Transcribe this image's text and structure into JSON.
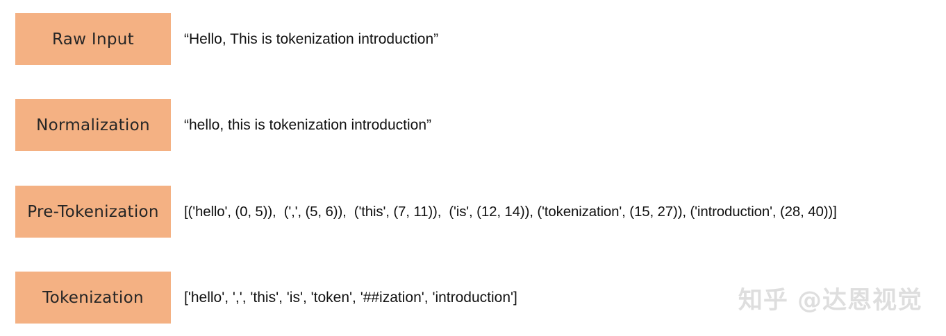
{
  "pipeline": {
    "stages": [
      {
        "label": "Raw Input",
        "output": "“Hello, This is tokenization introduction”"
      },
      {
        "label": "Normalization",
        "output": "“hello, this is tokenization introduction”"
      },
      {
        "label": "Pre-Tokenization",
        "output": "[('hello', (0, 5)),  (',', (5, 6)),  ('this', (7, 11)),  ('is', (12, 14)), ('tokenization', (15, 27)), ('introduction', (28, 40))]"
      },
      {
        "label": "Tokenization",
        "output": "['hello', ',', 'this', 'is', 'token', '##ization', 'introduction']"
      }
    ],
    "box_color": "#f4b183"
  },
  "watermark": {
    "text": "知乎 @达恩视觉"
  }
}
